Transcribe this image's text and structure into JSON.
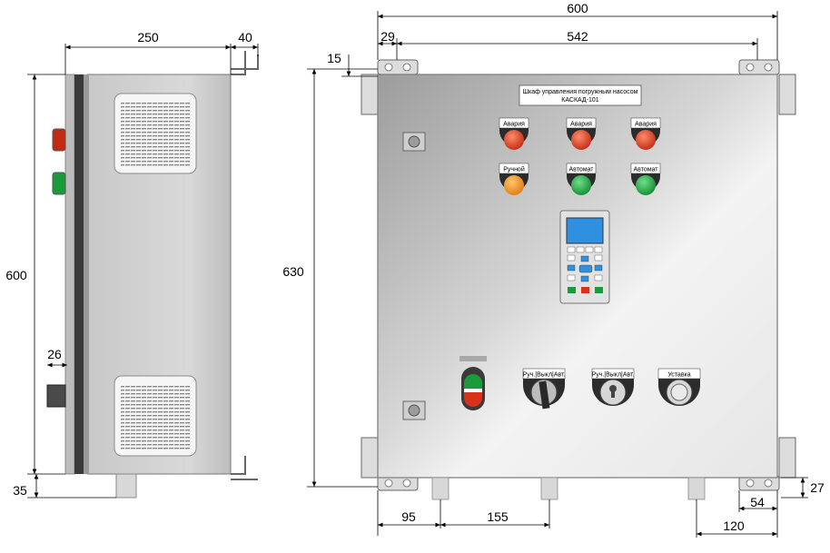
{
  "side_view": {
    "dimensions": {
      "depth": "250",
      "flange": "40",
      "height": "600",
      "handle": "26",
      "gland": "35"
    }
  },
  "front_view": {
    "dimensions": {
      "total_width": "600",
      "mount_offset": "29",
      "mount_span": "542",
      "top_offset": "15",
      "total_height": "630",
      "gland_1": "95",
      "gland_2": "155",
      "gland_4": "120",
      "foot_width": "54",
      "foot_height": "27"
    },
    "nameplate": {
      "line1": "Шкаф управления погружным насосом",
      "line2": "КАСКАД-101"
    },
    "lamps_row1": [
      "Авария",
      "Авария",
      "Авария"
    ],
    "lamps_row2": [
      "Ручной",
      "Автомат",
      "Автомат"
    ],
    "switches": [
      "Руч.|Выкл|Авт.",
      "Руч.|Выкл|Авт.",
      "Уставка"
    ]
  },
  "colors": {
    "lamp_red": "#d8321a",
    "lamp_orange": "#e88a1c",
    "lamp_green": "#1a9a3a",
    "panel_light": "#f2f2f2",
    "panel_dark": "#b8b8b8",
    "controller_screen": "#2f8fe0"
  }
}
